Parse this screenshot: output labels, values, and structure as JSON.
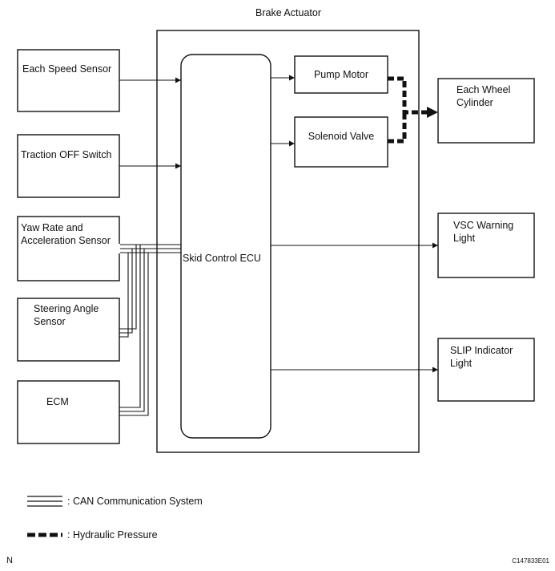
{
  "diagram": {
    "actuator_title": "Brake Actuator",
    "inputs": {
      "speed_sensor": "Each Speed Sensor",
      "traction_switch": "Traction OFF Switch",
      "yaw_sensor": [
        "Yaw Rate and",
        "Acceleration Sensor"
      ],
      "steering_sensor": [
        "Steering Angle",
        "Sensor"
      ],
      "ecm": "ECM"
    },
    "ecu": "Skid Control ECU",
    "actuator_parts": {
      "pump_motor": "Pump Motor",
      "solenoid_valve": "Solenoid Valve"
    },
    "outputs": {
      "wheel_cylinder": [
        "Each Wheel",
        "Cylinder"
      ],
      "vsc_light": [
        "VSC Warning",
        "Light"
      ],
      "slip_light": [
        "SLIP Indicator",
        "Light"
      ]
    },
    "legend": {
      "can": ": CAN Communication System",
      "hydraulic": ": Hydraulic Pressure"
    },
    "corner_left": "N",
    "corner_right": "C147833E01"
  }
}
